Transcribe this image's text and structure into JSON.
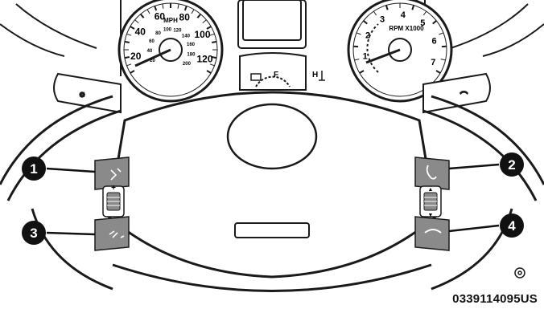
{
  "speedometer": {
    "unit": "MPH",
    "mph_labels": [
      "20",
      "40",
      "60",
      "80",
      "100",
      "120"
    ],
    "kmh_labels": [
      "20",
      "40",
      "60",
      "80",
      "100",
      "120",
      "140",
      "160",
      "180",
      "200"
    ]
  },
  "tachometer": {
    "unit": "RPM X1000",
    "labels": [
      "1",
      "2",
      "3",
      "4",
      "5",
      "6",
      "7"
    ]
  },
  "center_gauges": {
    "fuel_label": "F",
    "temp_label": "H"
  },
  "steering_controls": {
    "plus_label": "+",
    "minus_label": "–",
    "up_arrow": "▲",
    "down_arrow": "▼"
  },
  "callouts": [
    "1",
    "2",
    "3",
    "4"
  ],
  "figure_code": "0339114095US",
  "colors": {
    "line": "#1a1a1a",
    "button_gray": "#8a8a8a",
    "callout": "#111111"
  },
  "icons": [
    "voice-command-icon",
    "phone-pickup-icon",
    "voice-recognition-icon",
    "phone-hangup-icon",
    "scroll-wheel-icon"
  ]
}
